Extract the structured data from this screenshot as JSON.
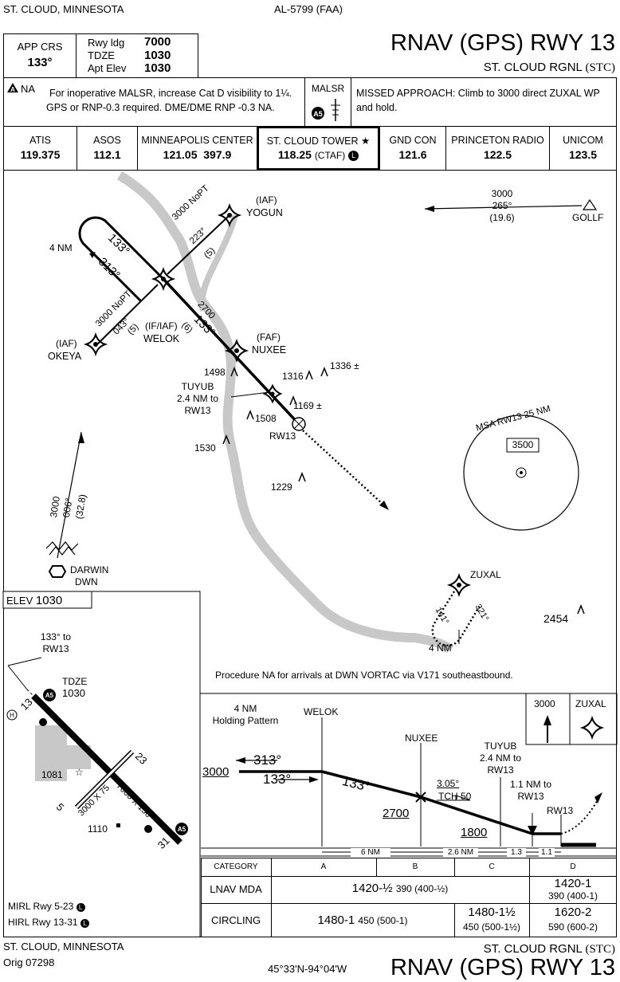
{
  "header": {
    "city": "ST. CLOUD, MINNESOTA",
    "chart_id": "AL-5799 (FAA)",
    "title": "RNAV (GPS) RWY 13",
    "airport": "ST. CLOUD RGNL",
    "airport_id": "(STC)"
  },
  "briefing": {
    "app_crs_label": "APP CRS",
    "app_crs": "133°",
    "rwy_ldg_label": "Rwy ldg",
    "rwy_ldg": "7000",
    "tdze_label": "TDZE",
    "tdze": "1030",
    "apt_elev_label": "Apt Elev",
    "apt_elev": "1030",
    "na_label": "NA",
    "notes_line1": "For inoperative MALSR, increase Cat D visibility to 1¼.",
    "notes_line2": "GPS or RNP-0.3 required.  DME/DME RNP -0.3 NA.",
    "malsr_label": "MALSR",
    "missed_line1": "MISSED APPROACH:  Climb to 3000 direct ZUXAL WP",
    "missed_line2": "and hold."
  },
  "comms": [
    {
      "name": "ATIS",
      "freq": "119.375"
    },
    {
      "name": "ASOS",
      "freq": "112.1"
    },
    {
      "name": "MINNEAPOLIS CENTER",
      "freq": "121.05  397.9"
    },
    {
      "name": "ST. CLOUD TOWER",
      "freq": "118.25",
      "note": "(CTAF)"
    },
    {
      "name": "GND CON",
      "freq": "121.6"
    },
    {
      "name": "PRINCETON RADIO",
      "freq": "122.5"
    },
    {
      "name": "UNICOM",
      "freq": "123.5"
    }
  ],
  "plan": {
    "yogun_iaf": "(IAF)",
    "yogun": "YOGUN",
    "yogun_leg_alt": "3000 NoPT",
    "yogun_leg_crs": "223°",
    "yogun_leg_dist": "(5)",
    "okeya_iaf": "(IAF)",
    "okeya": "OKEYA",
    "okeya_leg_alt": "3000 NoPT",
    "okeya_leg_crs": "043°",
    "okeya_leg_dist": "(5)",
    "hold_len": "4 NM",
    "hold_in": "133°",
    "hold_out": "313°",
    "welok_type": "(IF/IAF)",
    "welok": "WELOK",
    "seg_alt": "2700",
    "seg_crs": "133°",
    "seg_dist": "(6)",
    "nuxee_type": "(FAF)",
    "nuxee": "NUXEE",
    "tuyub_line1": "TUYUB",
    "tuyub_line2": "2.4 NM to",
    "tuyub_line3": "RW13",
    "rw13": "RW13",
    "ob_1498": "1498",
    "ob_1316": "1316",
    "ob_1336": "1336",
    "ob_1336_suffix": "±",
    "ob_1169": "1169",
    "ob_1169_suffix": "±",
    "ob_1508": "1508",
    "ob_1530": "1530",
    "ob_1229": "1229",
    "ob_2454": "2454",
    "gollf_alt": "3000",
    "gollf_crs": "265°",
    "gollf_dist": "(19.6)",
    "gollf": "GOLLF",
    "darwin_alt": "3000",
    "darwin_crs": "006°",
    "darwin_dist": "(32.8)",
    "darwin": "DARWIN",
    "darwin_id": "DWN",
    "msa_label": "MSA RW13 25 NM",
    "msa_alt": "3500",
    "zuxal": "ZUXAL",
    "zuxal_in": "141°",
    "zuxal_out": "321°",
    "zuxal_len": "4 NM",
    "proc_na": "Procedure NA for arrivals at DWN VORTAC via V171 southeastbound."
  },
  "airport_diag": {
    "elev_label": "ELEV",
    "elev": "1030",
    "crs_note_1": "133° to",
    "crs_note_2": "RW13",
    "tdze_label": "TDZE",
    "tdze": "1030",
    "rwy13": "13",
    "rwy31": "31",
    "rwy5": "5",
    "rwy23": "23",
    "rwy_13_31_dims": "7000 X 150",
    "rwy_5_23_dims": "3000 X 75",
    "ob_1081": "1081",
    "ob_1110": "1110",
    "mirl": "MIRL Rwy 5-23",
    "hirl": "HIRL Rwy 13-31"
  },
  "profile": {
    "hold_len": "4 NM",
    "hold_label": "Holding Pattern",
    "welok": "WELOK",
    "nuxee": "NUXEE",
    "tuyub_line1": "TUYUB",
    "tuyub_line2": "2.4 NM to",
    "tuyub_line3": "RW13",
    "rw13_line1": "1.1 NM to",
    "rw13_line2": "RW13",
    "rw13": "RW13",
    "alt_3000": "3000",
    "crs_out": "313°",
    "crs_in": "133°",
    "crs_seg": "133°",
    "alt_2700": "2700",
    "alt_1800": "1800",
    "gp_angle": "3.05°",
    "tch": "TCH 50",
    "ma_alt": "3000",
    "ma_fix": "ZUXAL",
    "dist_6": "6 NM",
    "dist_26": "2.6 NM",
    "dist_13": "1.3",
    "dist_11": "1.1"
  },
  "minimums": {
    "category_label": "CATEGORY",
    "cats": [
      "A",
      "B",
      "C",
      "D"
    ],
    "lnav_label": "LNAV  MDA",
    "lnav_abc": "1420-½",
    "lnav_abc_sub": "390 (400-½)",
    "lnav_d": "1420-1",
    "lnav_d_sub": "390 (400-1)",
    "circ_label": "CIRCLING",
    "circ_ab": "1480-1",
    "circ_ab_sub": "450 (500-1)",
    "circ_c": "1480-1½",
    "circ_c_sub": "450 (500-1½)",
    "circ_d": "1620-2",
    "circ_d_sub": "590 (600-2)"
  },
  "footer": {
    "city": "ST. CLOUD, MINNESOTA",
    "orig": "Orig 07298",
    "coords": "45°33'N-94°04'W",
    "airport": "ST. CLOUD RGNL",
    "airport_id": "(STC)",
    "title": "RNAV (GPS) RWY 13"
  },
  "colors": {
    "ink": "#000000",
    "river": "#c8c8c8"
  },
  "icons": [
    "rnav-waypoint-icon",
    "vortac-icon",
    "obstacle-icon",
    "airport-icon",
    "approach-light-icon",
    "tower-star-icon",
    "lighting-control-icon"
  ]
}
